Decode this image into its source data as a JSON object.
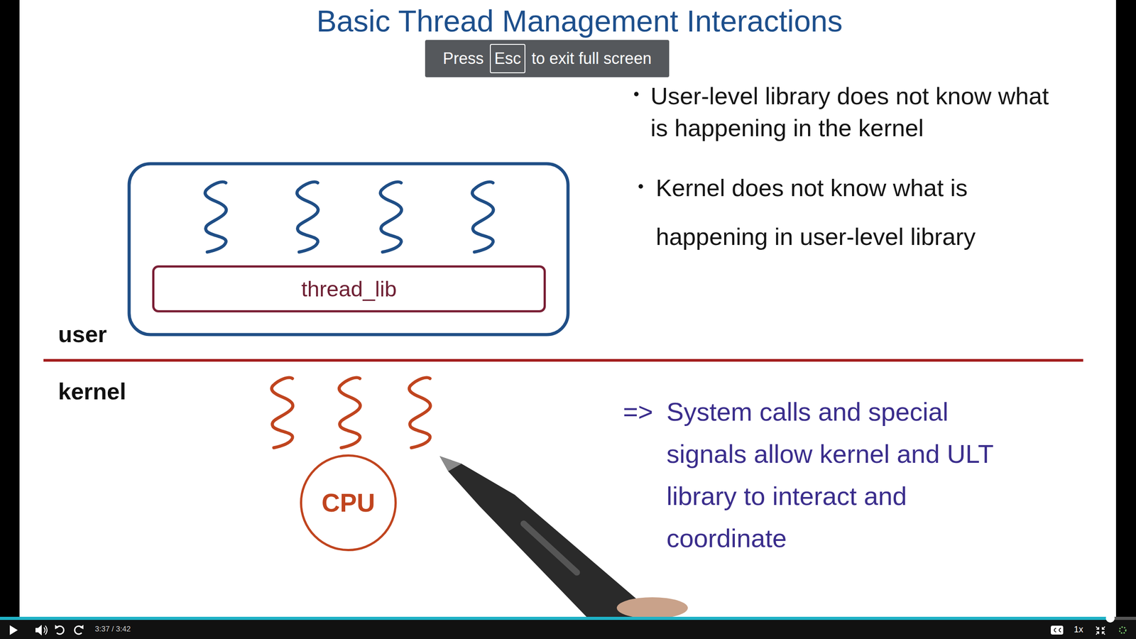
{
  "diagram": {
    "title": "Basic Thread Management Interactions",
    "nodes": [
      {
        "text": [
          "thread_lib"
        ]
      },
      {
        "text": [
          "CPU"
        ]
      }
    ],
    "labels": [
      "Press",
      "Esc",
      "to exit full screen",
      "user",
      "kernel",
      "User-level library does not know what is happening in the kernel",
      "Kernel does not know what is happening in user-level library",
      "=>",
      "System calls and special signals allow kernel and ULT library to interact and coordinate",
      "3:37 / 3:42",
      "1x"
    ]
  }
}
